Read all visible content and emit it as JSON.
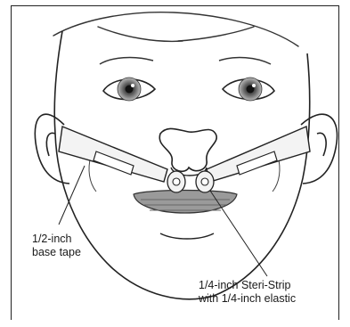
{
  "callouts": {
    "base_tape": {
      "line1": "1/2-inch",
      "line2": "base tape"
    },
    "steri_strip": {
      "line1": "1/4-inch Steri-Strip",
      "line2": "with 1/4-inch elastic"
    }
  }
}
